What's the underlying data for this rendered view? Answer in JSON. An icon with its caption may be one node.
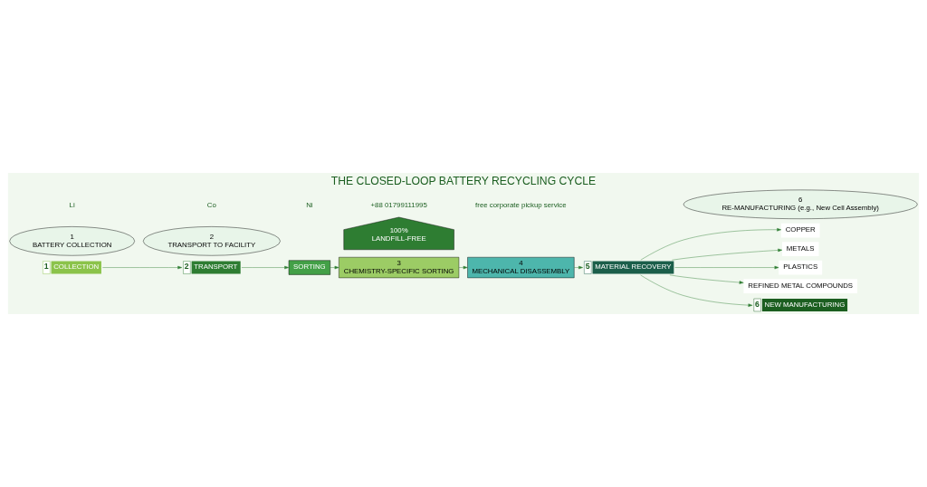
{
  "diagram": {
    "title": "THE CLOSED-LOOP BATTERY RECYCLING CYCLE",
    "nodes": [
      {
        "text": [
          "COLLECTION"
        ],
        "beside": [
          "1"
        ]
      },
      {
        "text": [
          "1",
          "BATTERY COLLECTION"
        ]
      },
      {
        "text": [
          "TRANSPORT"
        ],
        "beside": [
          "2"
        ]
      },
      {
        "text": [
          "2",
          "TRANSPORT TO FACILITY"
        ]
      },
      {
        "text": [
          "SORTING"
        ]
      },
      {
        "text": [
          "3",
          "CHEMISTRY-SPECIFIC SORTING"
        ]
      },
      {
        "text": [
          "4",
          "MECHANICAL DISASSEMBLY"
        ]
      },
      {
        "text": [
          "MATERIAL RECOVERY"
        ],
        "beside": [
          "5"
        ]
      },
      {
        "text": [
          "COPPER"
        ]
      },
      {
        "text": [
          "METALS"
        ]
      },
      {
        "text": [
          "PLASTICS"
        ]
      },
      {
        "text": [
          "REFINED METAL COMPOUNDS"
        ]
      },
      {
        "text": [
          "NEW MANUFACTURING"
        ],
        "beside": [
          "6"
        ]
      },
      {
        "text": [
          "6",
          "RE-MANUFACTURING (e.g., New Cell Assembly)"
        ]
      },
      {
        "text": [
          "100%",
          "LANDFILL-FREE"
        ]
      }
    ],
    "edges": [
      {
        "from": 0,
        "to": 2,
        "arrow": "to"
      },
      {
        "from": 2,
        "to": 4,
        "arrow": "to"
      },
      {
        "from": 4,
        "to": 5,
        "arrow": "to"
      },
      {
        "from": 5,
        "to": 6,
        "arrow": "to"
      },
      {
        "from": 6,
        "to": 7,
        "arrow": "to"
      },
      {
        "from": 7,
        "to": 8,
        "arrow": "to"
      },
      {
        "from": 7,
        "to": 9,
        "arrow": "to"
      },
      {
        "from": 7,
        "to": 10,
        "arrow": "to"
      },
      {
        "from": 7,
        "to": 11,
        "arrow": "to"
      },
      {
        "from": 7,
        "to": 12,
        "arrow": "to"
      }
    ],
    "labels": [
      "Li",
      "Co",
      "Ni",
      "+88 01799111995",
      "free corporate pickup service"
    ]
  }
}
